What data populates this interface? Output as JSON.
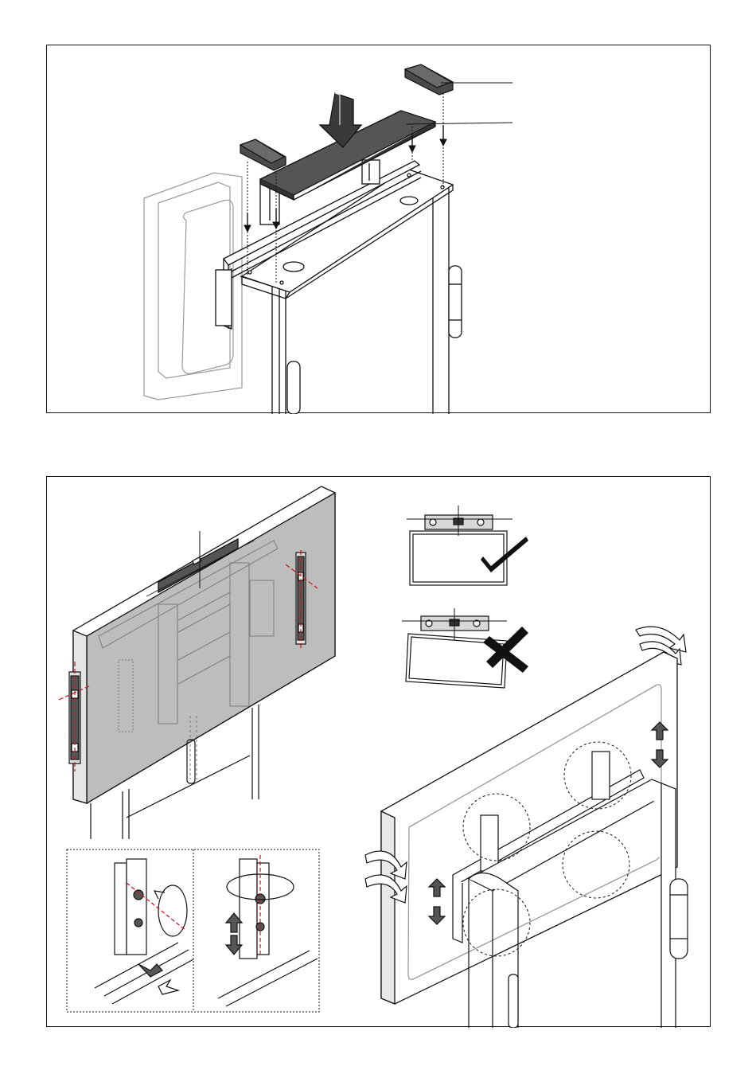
{
  "figures": [
    {
      "name": "top-cover-installation",
      "parts": [
        "end-cap-left",
        "top-cover",
        "end-cap-right",
        "wall-bracket",
        "column-frame",
        "display"
      ],
      "callouts": 2
    },
    {
      "name": "display-leveling-and-adjustment",
      "insets": [
        "level-correct",
        "level-incorrect",
        "adjust-screw-detail",
        "adjust-height-detail"
      ]
    }
  ],
  "colors": {
    "line": "#111111",
    "ghost": "#9a9a9a",
    "screen_fill": "#bdbdbd",
    "guide_red": "#d0121b",
    "hatch": "#555555"
  },
  "icons": [
    "down-arrow-icon",
    "check-mark-icon",
    "cross-mark-icon",
    "rotate-arrow-icon",
    "double-arrow-icon"
  ]
}
